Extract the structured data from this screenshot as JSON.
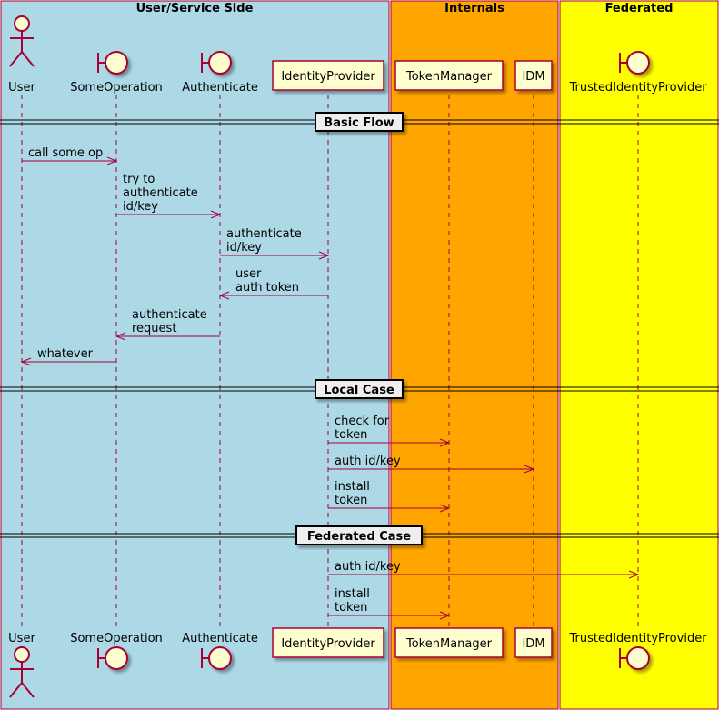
{
  "colors": {
    "box_user": "#ADD8E6",
    "box_internals": "#FFA500",
    "box_federated": "#FFFF00",
    "border": "#A80036",
    "participant_fill": "#FEFECE",
    "arrow": "#A80036",
    "divider_fill": "#EEEEEE"
  },
  "boxes": [
    {
      "id": "user-service",
      "title": "User/Service Side"
    },
    {
      "id": "internals",
      "title": "Internals"
    },
    {
      "id": "federated",
      "title": "Federated"
    }
  ],
  "participants": [
    {
      "id": "user",
      "label": "User",
      "kind": "actor",
      "icon": "actor-icon"
    },
    {
      "id": "someop",
      "label": "SomeOperation",
      "kind": "boundary",
      "icon": "boundary-icon"
    },
    {
      "id": "auth",
      "label": "Authenticate",
      "kind": "boundary",
      "icon": "boundary-icon"
    },
    {
      "id": "idp",
      "label": "IdentityProvider",
      "kind": "box"
    },
    {
      "id": "tm",
      "label": "TokenManager",
      "kind": "box"
    },
    {
      "id": "idm",
      "label": "IDM",
      "kind": "box"
    },
    {
      "id": "tip",
      "label": "TrustedIdentityProvider",
      "kind": "boundary",
      "icon": "boundary-icon"
    }
  ],
  "dividers": [
    {
      "label": "Basic Flow"
    },
    {
      "label": "Local Case"
    },
    {
      "label": "Federated Case"
    }
  ],
  "messages": [
    {
      "from": "user",
      "to": "someop",
      "lines": [
        "call some op"
      ]
    },
    {
      "from": "someop",
      "to": "auth",
      "lines": [
        "try to",
        "authenticate",
        "id/key"
      ]
    },
    {
      "from": "auth",
      "to": "idp",
      "lines": [
        "authenticate",
        "id/key"
      ]
    },
    {
      "from": "idp",
      "to": "auth",
      "lines": [
        "user",
        "auth token"
      ]
    },
    {
      "from": "auth",
      "to": "someop",
      "lines": [
        "authenticate",
        "request"
      ]
    },
    {
      "from": "someop",
      "to": "user",
      "lines": [
        "whatever"
      ]
    },
    {
      "from": "idp",
      "to": "tm",
      "lines": [
        "check for",
        "token"
      ]
    },
    {
      "from": "idp",
      "to": "idm",
      "lines": [
        "auth id/key"
      ]
    },
    {
      "from": "idp",
      "to": "tm",
      "lines": [
        "install",
        "token"
      ]
    },
    {
      "from": "idp",
      "to": "tip",
      "lines": [
        "auth id/key"
      ]
    },
    {
      "from": "idp",
      "to": "tm",
      "lines": [
        "install",
        "token"
      ]
    }
  ]
}
